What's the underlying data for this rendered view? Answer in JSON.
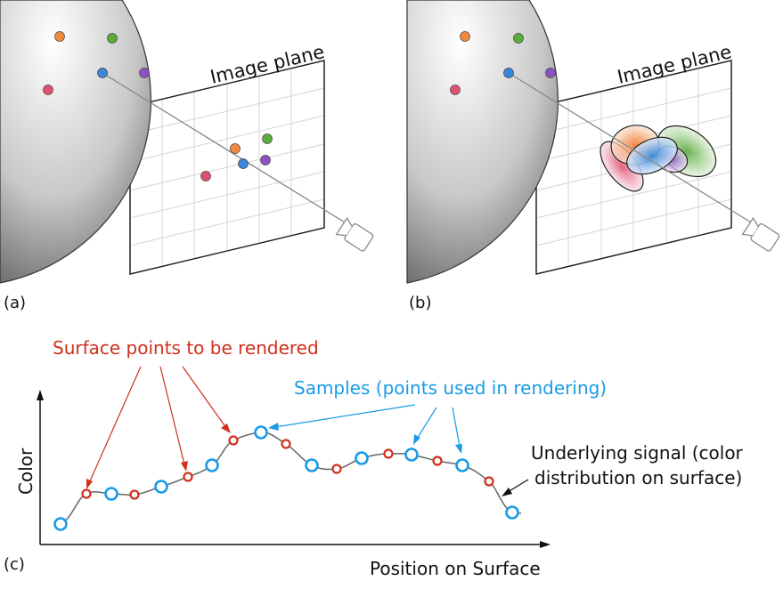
{
  "panel_a": {
    "label": "(a)",
    "image_plane_label": "Image plane"
  },
  "panel_b": {
    "label": "(b)",
    "image_plane_label": "Image plane"
  },
  "panel_c": {
    "label": "(c)",
    "ylabel": "Color",
    "xlabel": "Position on Surface",
    "annotation_red": "Surface points to be rendered",
    "annotation_blue": "Samples (points used in rendering)",
    "annotation_signal_line1": "Underlying signal (color",
    "annotation_signal_line2": "distribution on surface)"
  },
  "colors": {
    "point_orange": "#f08a3c",
    "point_green": "#5aad3a",
    "point_blue": "#3a86d8",
    "point_purple": "#8a52c4",
    "point_red": "#e05070",
    "sample_blue": "#1a9be6",
    "surface_red": "#d0301c",
    "annotation_red": "#d0301c",
    "annotation_blue": "#1a9be6"
  }
}
